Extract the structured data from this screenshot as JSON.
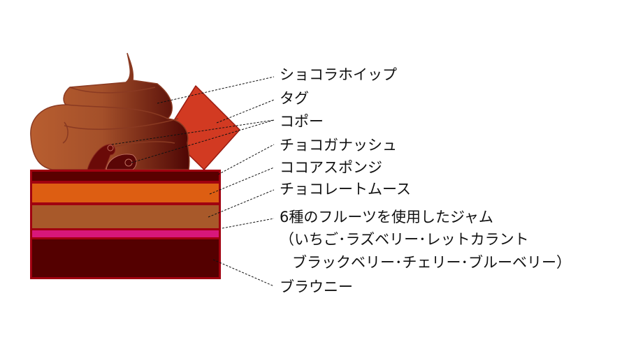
{
  "labels": {
    "chocolat_whip": "ショコラホイップ",
    "tag": "タグ",
    "copeau": "コポー",
    "choco_ganache": "チョコガナッシュ",
    "cocoa_sponge": "ココアスポンジ",
    "chocolate_mousse": "チョコレートムース",
    "jam_line1": "6種のフルーツを使用したジャム",
    "jam_line2": "（いちご･ラズベリー･レットカラント",
    "jam_line3": "ブラックベリー･チェリー･ブルーベリー）",
    "brownie": "ブラウニー"
  },
  "colors": {
    "ganache": "#5a0000",
    "sponge": "#dd5e12",
    "mousse": "#a8592a",
    "jam": "#d8177a",
    "brownie": "#540000",
    "outline": "#a00010",
    "tag": "#d23a22",
    "whip_light": "#b9602e",
    "whip_dark": "#5a0a06"
  }
}
